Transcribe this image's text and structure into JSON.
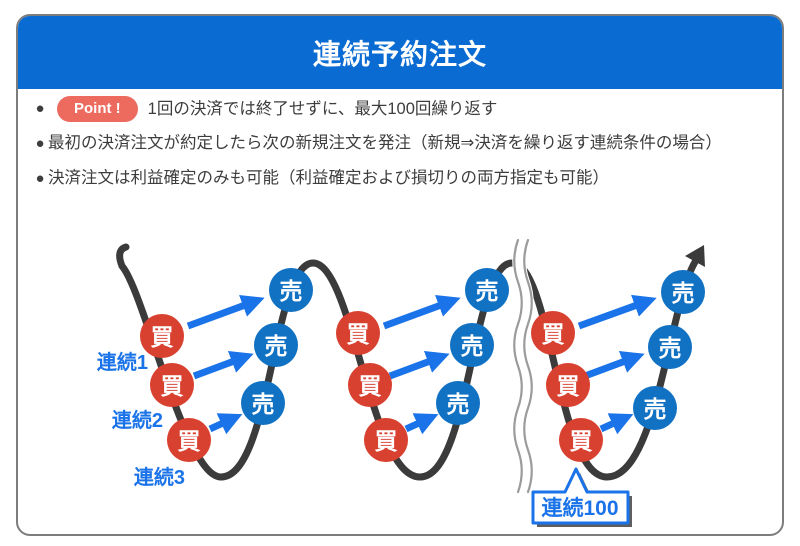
{
  "header": {
    "title": "連続予約注文"
  },
  "points": {
    "badge_label": "Point !",
    "items": [
      "1回の決済では終了せずに、最大100回繰り返す",
      "最初の決済注文が約定したら次の新規注文を発注（新規⇒決済を繰り返す連続条件の場合）",
      "決済注文は利益確定のみも可能（利益確定および損切りの両方指定も可能）"
    ]
  },
  "diagram": {
    "buy_label": "買",
    "sell_label": "売",
    "cycle_labels": [
      "連続1",
      "連続2",
      "連続3"
    ],
    "final_cycle_label": "連続100",
    "colors": {
      "buy": "#d8402f",
      "sell": "#1171c3",
      "arrow": "#1a73e8",
      "curve": "#3b3b3b",
      "cycle_label": "#1a73e8",
      "header": "#0a6cd2",
      "badge": "#ed6a5f",
      "break_line": "#9b9b9b"
    }
  }
}
